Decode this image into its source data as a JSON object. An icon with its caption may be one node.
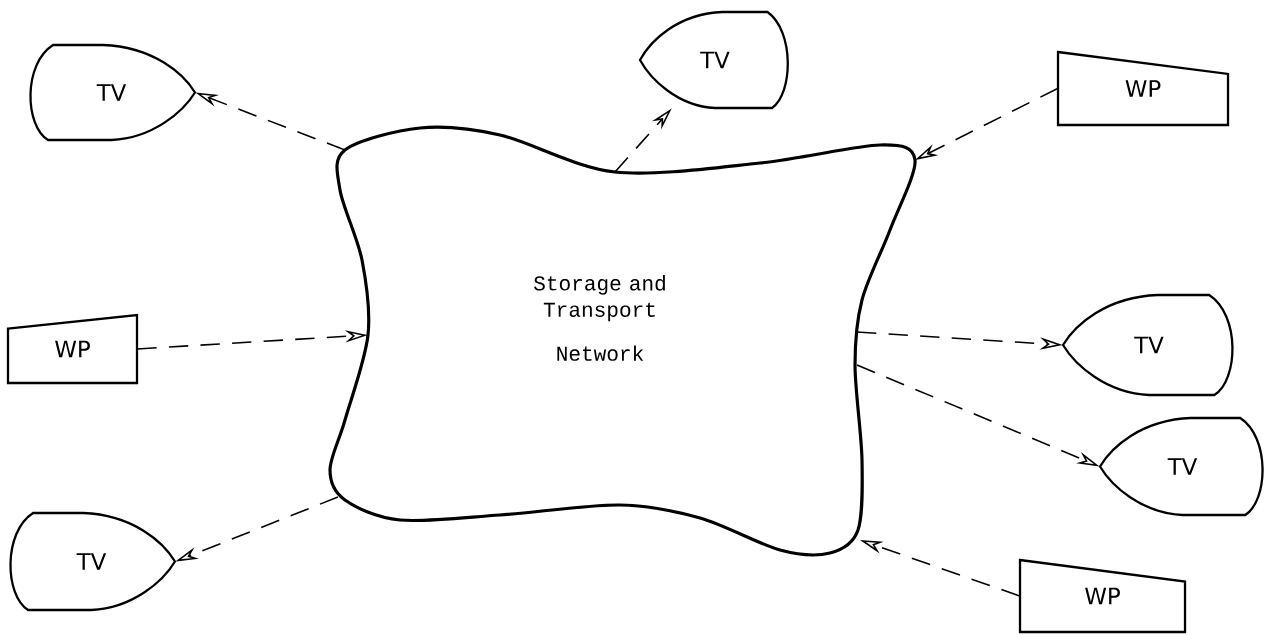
{
  "diagram": {
    "nodes": [
      {
        "text": [
          "Storage and Transport",
          "Network"
        ]
      },
      {
        "text": [
          "TV"
        ]
      },
      {
        "text": [
          "TV"
        ]
      },
      {
        "text": [
          "WP"
        ]
      },
      {
        "text": [
          "WP"
        ]
      },
      {
        "text": [
          "TV"
        ]
      },
      {
        "text": [
          "TV"
        ]
      },
      {
        "text": [
          "TV"
        ]
      },
      {
        "text": [
          "WP"
        ]
      }
    ],
    "edges": [
      {
        "from": 0,
        "to": 1,
        "arrow": "to",
        "style": "dashed"
      },
      {
        "from": 0,
        "to": 2,
        "arrow": "to",
        "style": "dashed"
      },
      {
        "from": 3,
        "to": 0,
        "arrow": "to",
        "style": "dashed"
      },
      {
        "from": 4,
        "to": 0,
        "arrow": "to",
        "style": "dashed"
      },
      {
        "from": 0,
        "to": 5,
        "arrow": "to",
        "style": "dashed"
      },
      {
        "from": 0,
        "to": 6,
        "arrow": "to",
        "style": "dashed"
      },
      {
        "from": 0,
        "to": 7,
        "arrow": "to",
        "style": "dashed"
      },
      {
        "from": 8,
        "to": 0,
        "arrow": "to",
        "style": "dashed"
      }
    ]
  }
}
